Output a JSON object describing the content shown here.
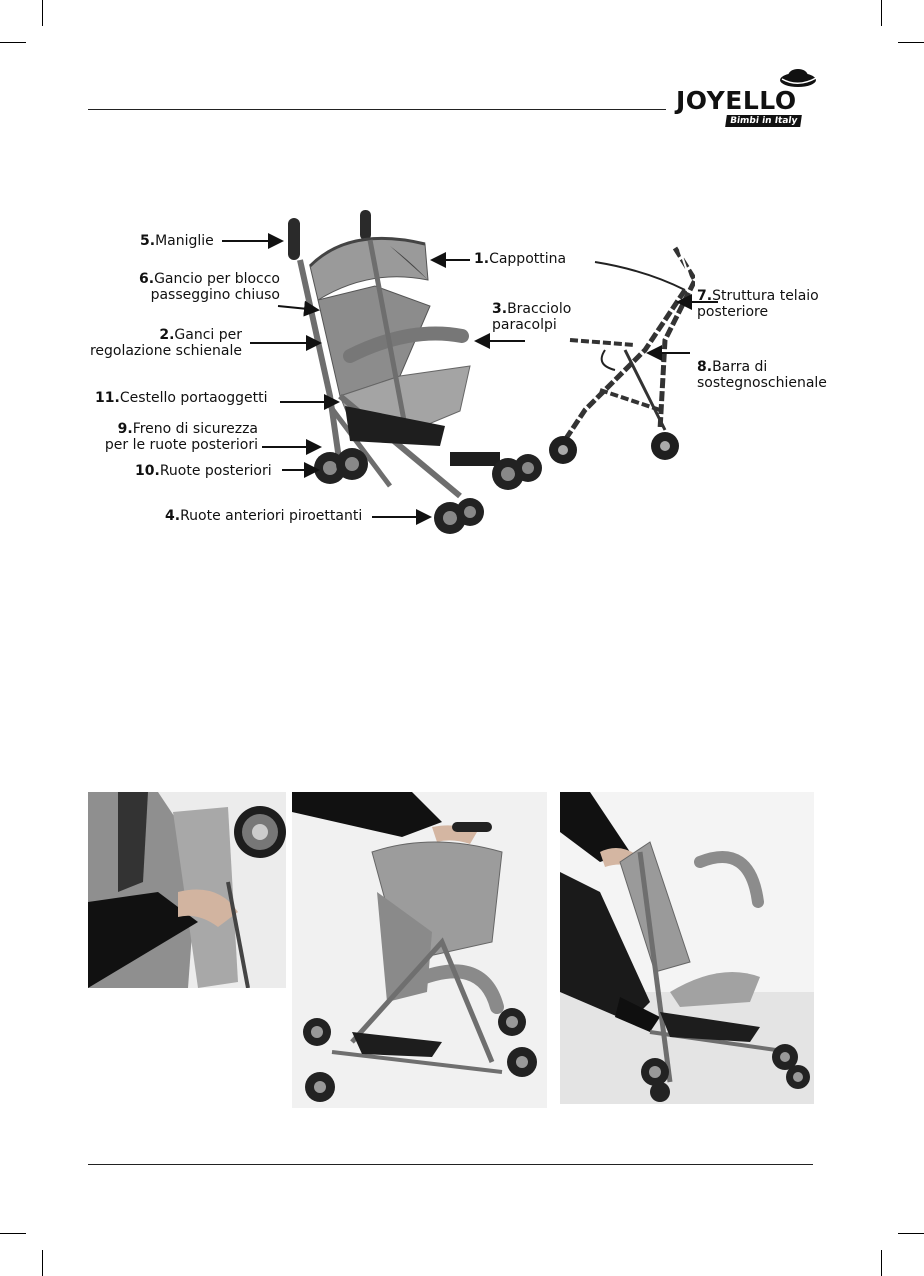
{
  "brand": {
    "name": "JOYELLO",
    "tagline": "Bimbi in Italy"
  },
  "diagram_labels": {
    "l5": {
      "num": "5.",
      "text": "Maniglie"
    },
    "l6": {
      "num": "6.",
      "line1": "Gancio  per blocco",
      "line2": "passeggino chiuso"
    },
    "l2": {
      "num": "2.",
      "line1": "Ganci per",
      "line2": "regolazione schienale"
    },
    "l11": {
      "num": "11.",
      "text": "Cestello portaoggetti"
    },
    "l9": {
      "num": "9.",
      "line1": "Freno di sicurezza",
      "line2": "per le ruote posteriori"
    },
    "l10": {
      "num": "10.",
      "text": "Ruote posteriori"
    },
    "l4": {
      "num": "4.",
      "text": "Ruote anteriori piroettanti"
    },
    "l1": {
      "num": "1.",
      "text": "Cappottina"
    },
    "l3": {
      "num": "3.",
      "line1": "Bracciolo",
      "line2": "paracolpi"
    },
    "l7": {
      "num": "7.",
      "line1": "Struttura telaio",
      "line2": "posteriore"
    },
    "l8": {
      "num": "8.",
      "line1": "Barra di",
      "line2": "sostegnoschienale"
    }
  },
  "colors": {
    "ink": "#111111",
    "photo_bg": "#f2f2f2",
    "fabric": "#9a9a9a",
    "frame": "#6e6e6e"
  }
}
